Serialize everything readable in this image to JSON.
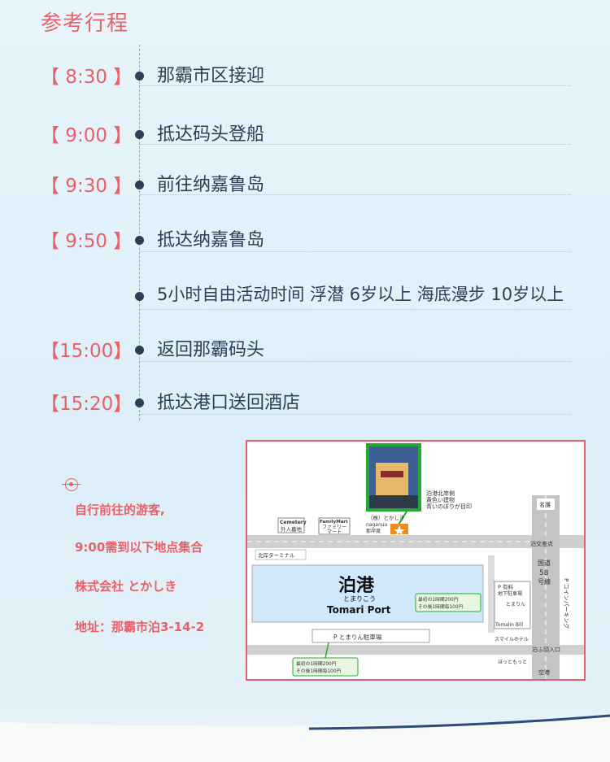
{
  "title": "参考行程",
  "schedule": [
    {
      "time": "【 8:30 】",
      "text": "那霸市区接迎"
    },
    {
      "time": "【 9:00 】",
      "text": "抵达码头登船"
    },
    {
      "time": "【 9:30 】",
      "text": "前往纳嘉鲁岛"
    },
    {
      "time": "【 9:50 】",
      "text": "抵达纳嘉鲁岛"
    },
    {
      "time": "",
      "text": "5小时自由活动时间  浮潜 6岁以上  海底漫步 10岁以上"
    },
    {
      "time": "【15:00】",
      "text": "返回那霸码头"
    },
    {
      "time": "【15:20】",
      "text": "抵达港口送回酒店"
    }
  ],
  "meeting": {
    "line1": "自行前往的游客,",
    "line2": "9:00需到以下地点集合",
    "line3": "株式会社 とかしき",
    "line4": "地址：那霸市泊3-14-2"
  },
  "map": {
    "port_name": "泊港",
    "port_kana": "とまりこう",
    "port_en": "Tomari Port",
    "pier_note1": "泊港北岸側",
    "pier_note2": "黄色い建物",
    "pier_note3": "青いのぼりが目印",
    "shop_name": "（株）とかしき",
    "shop_sub1": "naganuu",
    "shop_sub2": "那岸度",
    "cemetery_en": "Cemetery",
    "cemetery_jp": "外人墓地",
    "familymart_en": "FamilyMart",
    "familymart_jp1": "ファミリー",
    "familymart_jp2": "マート",
    "terminal": "北岸ターミナル",
    "naha_dir": "名護",
    "route_label1": "国道",
    "route_label2": "58",
    "route_label3": "号線",
    "intersection": "泊交差点",
    "parking_label": "P コインパーキング",
    "parking_yuryo1": "P 有料",
    "parking_yuryo2": "地下駐車場",
    "tomarin": "とまりん",
    "tomarin_en": "Tomalin Bill",
    "smile_hotel": "スマイルホテル",
    "hotto_motto": "ほっともっと",
    "tomari_entrance": "泊ふ頭入口",
    "airport": "空港",
    "p_tomarin": "P とまりん駐車場",
    "fee1a": "最初の1時間200円",
    "fee1b": "その後1時間毎100円",
    "fee2a": "最初の1時間200円",
    "fee2b": "その後1時間毎100円"
  },
  "colors": {
    "accent": "#e8606a",
    "text": "#2d3e55",
    "map_border": "#e5606d",
    "green_frame": "#22aa33"
  }
}
